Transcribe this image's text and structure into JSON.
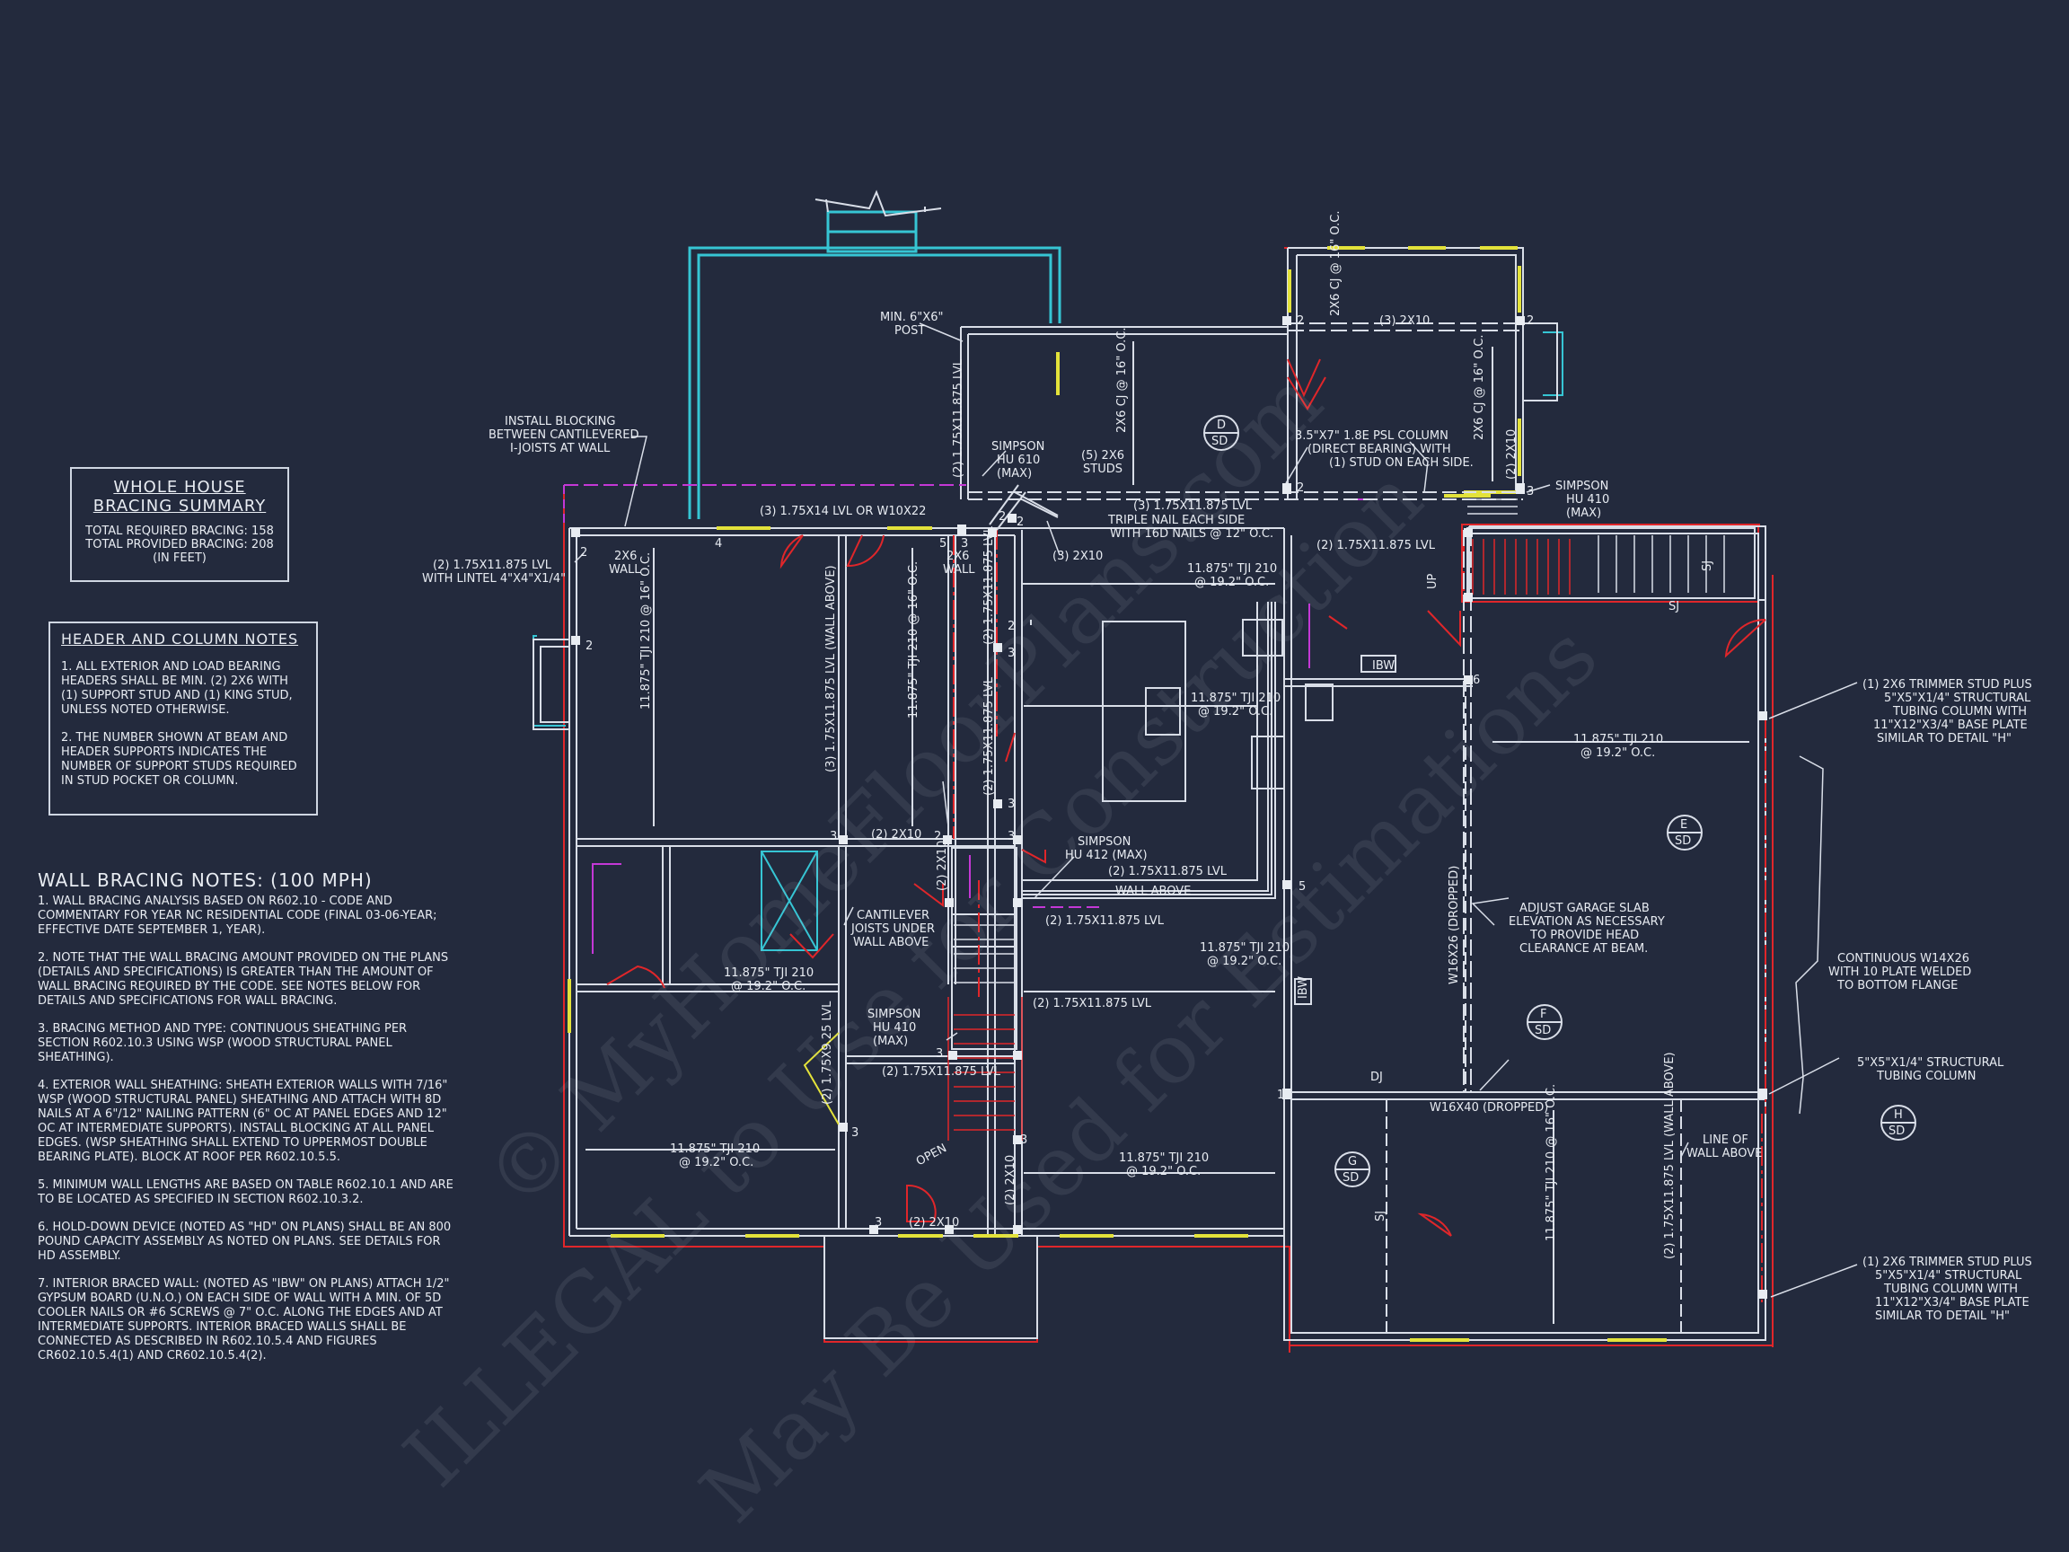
{
  "whole_house_bracing": {
    "title_line1": "WHOLE HOUSE",
    "title_line2": "BRACING SUMMARY",
    "required": "TOTAL REQUIRED BRACING: 158",
    "provided": "TOTAL PROVIDED BRACING: 208",
    "units": "(IN FEET)"
  },
  "header_notes": {
    "title": "HEADER AND COLUMN NOTES",
    "note1": "1. ALL EXTERIOR AND LOAD BEARING HEADERS SHALL BE MIN. (2) 2x6 WITH (1) SUPPORT STUD AND (1) KING STUD, UNLESS NOTED OTHERWISE.",
    "note2": "2. THE NUMBER SHOWN AT BEAM AND HEADER SUPPORTS INDICATES THE NUMBER OF SUPPORT STUDS REQUIRED IN STUD POCKET OR COLUMN."
  },
  "wall_bracing_notes": {
    "title": "WALL BRACING NOTES: (100 MPH)",
    "n1": "1. WALL BRACING ANALYSIS BASED ON R602.10 - CODE AND COMMENTARY FOR YEAR NC RESIDENTIAL CODE (FINAL 03-06-YEAR; EFFECTIVE DATE SEPTEMBER 1, YEAR).",
    "n2": "2. NOTE THAT THE WALL BRACING AMOUNT PROVIDED ON THE PLANS (DETAILS AND SPECIFICATIONS) IS GREATER THAN THE AMOUNT OF WALL BRACING REQUIRED BY THE CODE. SEE NOTES BELOW FOR DETAILS AND SPECIFICATIONS FOR WALL BRACING.",
    "n3": "3. BRACING METHOD AND TYPE: CONTINUOUS SHEATHING PER SECTION R602.10.3 USING WSP (WOOD STRUCTURAL PANEL SHEATHING).",
    "n4": "4. EXTERIOR WALL SHEATHING: SHEATH EXTERIOR WALLS WITH 7/16\" WSP (WOOD STRUCTURAL PANEL) SHEATHING AND ATTACH WITH 8d NAILS AT A 6\"/12\" NAILING PATTERN (6\" OC AT PANEL EDGES AND 12\" OC AT INTERMEDIATE SUPPORTS). INSTALL BLOCKING AT ALL PANEL EDGES. (WSP SHEATHING SHALL EXTEND TO UPPERMOST DOUBLE BEARING PLATE). BLOCK AT ROOF PER R602.10.5.5.",
    "n5": "5. MINIMUM WALL LENGTHS ARE BASED ON TABLE R602.10.1 AND ARE TO BE LOCATED AS SPECIFIED IN SECTION R602.10.3.2.",
    "n6": "6. HOLD-DOWN DEVICE (NOTED AS \"HD\" ON PLANS) SHALL BE AN 800 POUND CAPACITY ASSEMBLY AS NOTED ON PLANS. SEE DETAILS FOR HD ASSEMBLY.",
    "n7": "7. INTERIOR BRACED WALL: (NOTED AS \"IBW\" ON PLANS) ATTACH 1/2\" GYPSUM BOARD (U.N.O.) ON EACH SIDE OF WALL WITH A MIN. OF 5d COOLER NAILS OR #6 SCREWS @ 7\" O.C. ALONG THE EDGES AND AT INTERMEDIATE SUPPORTS. INTERIOR BRACED WALLS SHALL BE CONNECTED AS DESCRIBED IN R602.10.5.4 AND FIGURES CR602.10.5.4(1) AND CR602.10.5.4(2)."
  },
  "labels": {
    "min_post": "MIN. 6\"x6\"",
    "post": "POST",
    "blocking1": "INSTALL BLOCKING",
    "blocking2": "BETWEEN CANTILEVERED",
    "blocking3": "I-JOISTS AT WALL",
    "lvl_top": "(3) 1.75x14 LVL OR W10x22",
    "lintel1": "(2) 1.75x11.875 LVL",
    "lintel2": "WITH LINTEL 4\"x4\"x1/4\"",
    "wall2x6": "2x6",
    "wall_word": "WALL",
    "tji_vert_a": "11.875\" TJI 210",
    "tji_vert_a2": "@ 16\" O.C.",
    "lvl_vert_a": "(3) 1.75x11.875 LVL",
    "wall_above": "(WALL ABOVE)",
    "lvl_vert_b": "(2) 1.75x11.875 LVL",
    "simpson610a": "SIMPSON",
    "simpson610b": "HU 610",
    "simpson610c": "(MAX)",
    "studs5a": "(5) 2x6",
    "studs5b": "STUDS",
    "cj_a": "2x6 CJ",
    "cj_b": "@ 16\" O.C.",
    "beam_3lvl": "(3) 1.75x11.875 LVL",
    "triple1": "TRIPLE NAIL EACH SIDE",
    "triple2": "WITH 16d NAILS @ 12\" O.C.",
    "two_x10": "(3) 2x10",
    "psl1": "3.5\"x7\" 1.8E PSL COLUMN",
    "psl2": "(DIRECT BEARING) WITH",
    "psl3": "(1) STUD ON EACH SIDE.",
    "simpson410a": "SIMPSON",
    "simpson410b": "HU 410",
    "simpson410c": "(MAX)",
    "lvl_stair": "(2) 1.75x11.875 LVL",
    "tji_192a": "11.875\" TJI 210",
    "tji_192b": "@ 19.2\" O.C.",
    "ibw": "IBW",
    "up": "UP",
    "sj": "SJ",
    "trimmer1": "(1) 2x6 TRIMMER STUD PLUS",
    "trimmer2": "5\"x5\"x1/4\" STRUCTURAL",
    "trimmer3": "TUBING COLUMN WITH",
    "trimmer4": "11\"x12\"x3/4\" BASE PLATE",
    "trimmer5": "SIMILAR TO DETAIL \"H\"",
    "cont1": "CONTINUOUS W14x26",
    "cont2": "WITH 10 PLATE WELDED",
    "cont3": "TO BOTTOM FLANGE",
    "tube1": "5\"x5\"x1/4\" STRUCTURAL",
    "tube2": "TUBING COLUMN",
    "adjust1": "ADJUST GARAGE SLAB",
    "adjust2": "ELEVATION AS NECESSARY",
    "adjust3": "TO PROVIDE HEAD",
    "adjust4": "CLEARANCE AT BEAM.",
    "w16x26": "W16x26 (DROPPED)",
    "w16x40": "W16x40 (DROPPED)",
    "dj": "DJ",
    "line_of1": "LINE OF",
    "line_of2": "WALL ABOVE",
    "simpson412a": "SIMPSON",
    "simpson412b": "HU 412 (MAX)",
    "wall_above2": "WALL ABOVE",
    "cant1": "CANTILEVER",
    "cant2": "JOISTS UNDER",
    "cant3": "WALL ABOVE",
    "two2x10": "(2) 2x10",
    "lvl125": "(2) 1.75x11.875 LVL",
    "open": "OPEN",
    "lvl_925": "(2) 1.75x9.25 LVL",
    "two_x10b": "(2) 2x10"
  },
  "sections": {
    "d_letter": "D",
    "e_letter": "E",
    "f_letter": "F",
    "g_letter": "G",
    "h_letter": "H",
    "sd": "SD"
  },
  "stud_counts": [
    "2",
    "4",
    "5",
    "3",
    "2",
    "2",
    "3",
    "2",
    "3",
    "2",
    "3",
    "3",
    "2",
    "2",
    "2",
    "3",
    "3",
    "3",
    "5",
    "6",
    "1",
    "3",
    "3",
    "2"
  ],
  "watermarks": {
    "w1": "© MyHomeFloorPlans.com",
    "w2": "ILLEGAL to Use for Construction",
    "w3": "May Be Used for Estimations"
  },
  "colors": {
    "background": "#232a3d",
    "wall": "#d9dee8",
    "structure_red": "#e0262a",
    "window_yellow": "#e3e23a",
    "cyan": "#36c5d4",
    "magenta": "#c438d6"
  }
}
